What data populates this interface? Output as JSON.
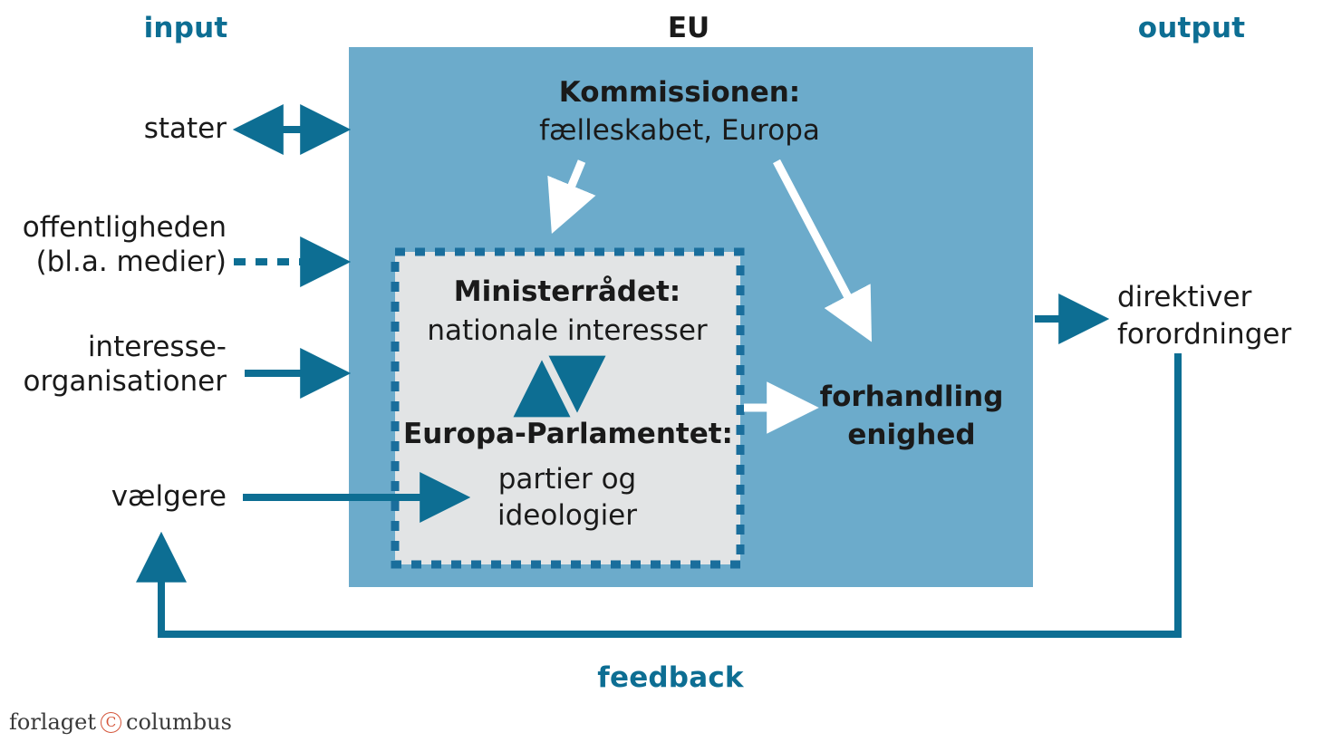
{
  "diagram": {
    "title": "EU",
    "input_heading": "input",
    "output_heading": "output",
    "feedback_label": "feedback",
    "colors": {
      "accent_teal": "#0d6e93",
      "box_blue": "#6cabcb",
      "inner_gray": "#e2e4e5",
      "text_black": "#1a1a1a",
      "arrow_white": "#ffffff",
      "logo_orange": "#d4553a"
    }
  },
  "inputs": [
    {
      "label_line1": "stater",
      "label_line2": "",
      "arrow": "double-solid"
    },
    {
      "label_line1": "offentligheden",
      "label_line2": "(bl.a. medier)",
      "arrow": "single-dashed"
    },
    {
      "label_line1": "interesse-",
      "label_line2": "organisationer",
      "arrow": "single-solid"
    },
    {
      "label_line1": "vælgere",
      "label_line2": "",
      "arrow": "single-solid-long"
    }
  ],
  "eu_box": {
    "commission": {
      "title": "Kommissionen:",
      "subtitle": "fælleskabet, Europa"
    },
    "negotiation": {
      "line1": "forhandling",
      "line2": "enighed"
    },
    "inner_box": {
      "council": {
        "title": "Ministerrådet:",
        "subtitle": "nationale interesser"
      },
      "parliament": {
        "title": "Europa-Parlamentet:",
        "subtitle_line1": "partier og",
        "subtitle_line2": "ideologier"
      },
      "exchange_arrows": [
        "arrow-up",
        "arrow-down"
      ]
    }
  },
  "outputs": [
    {
      "line1": "direktiver",
      "line2": "forordninger"
    }
  ],
  "footer": {
    "logo_prefix": "forlaget",
    "logo_mark": "C",
    "logo_suffix": "columbus"
  }
}
